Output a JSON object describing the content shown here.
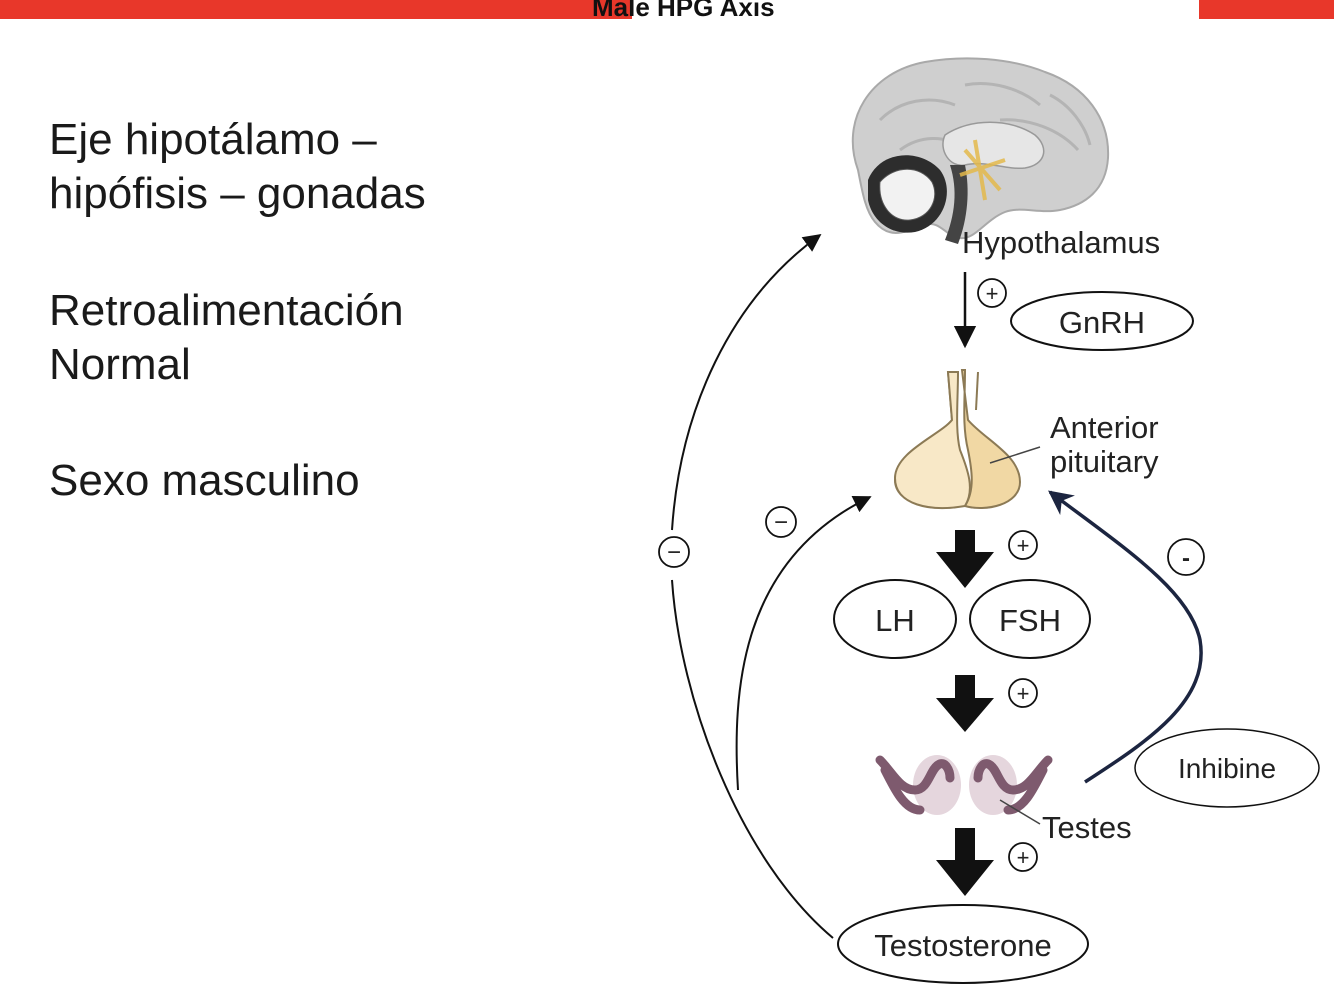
{
  "slide": {
    "diagram_title": "Male HPG Axis",
    "left_text": {
      "axis_line1": "Eje hipotálamo –",
      "axis_line2": "hipófisis – gonadas",
      "feedback_line1": "Retroalimentación",
      "feedback_line2": "Normal",
      "sex": "Sexo masculino"
    },
    "accent_color": "#e8372a"
  },
  "diagram": {
    "labels": {
      "hypothalamus": "Hypothalamus",
      "gnrh": "GnRH",
      "anterior_pituitary_line1": "Anterior",
      "anterior_pituitary_line2": "pituitary",
      "lh": "LH",
      "fsh": "FSH",
      "testes": "Testes",
      "testosterone": "Testosterone",
      "inhibine": "Inhibine"
    },
    "signs": {
      "plus": "+",
      "minus": "−",
      "inhibine_minus": "-"
    }
  }
}
